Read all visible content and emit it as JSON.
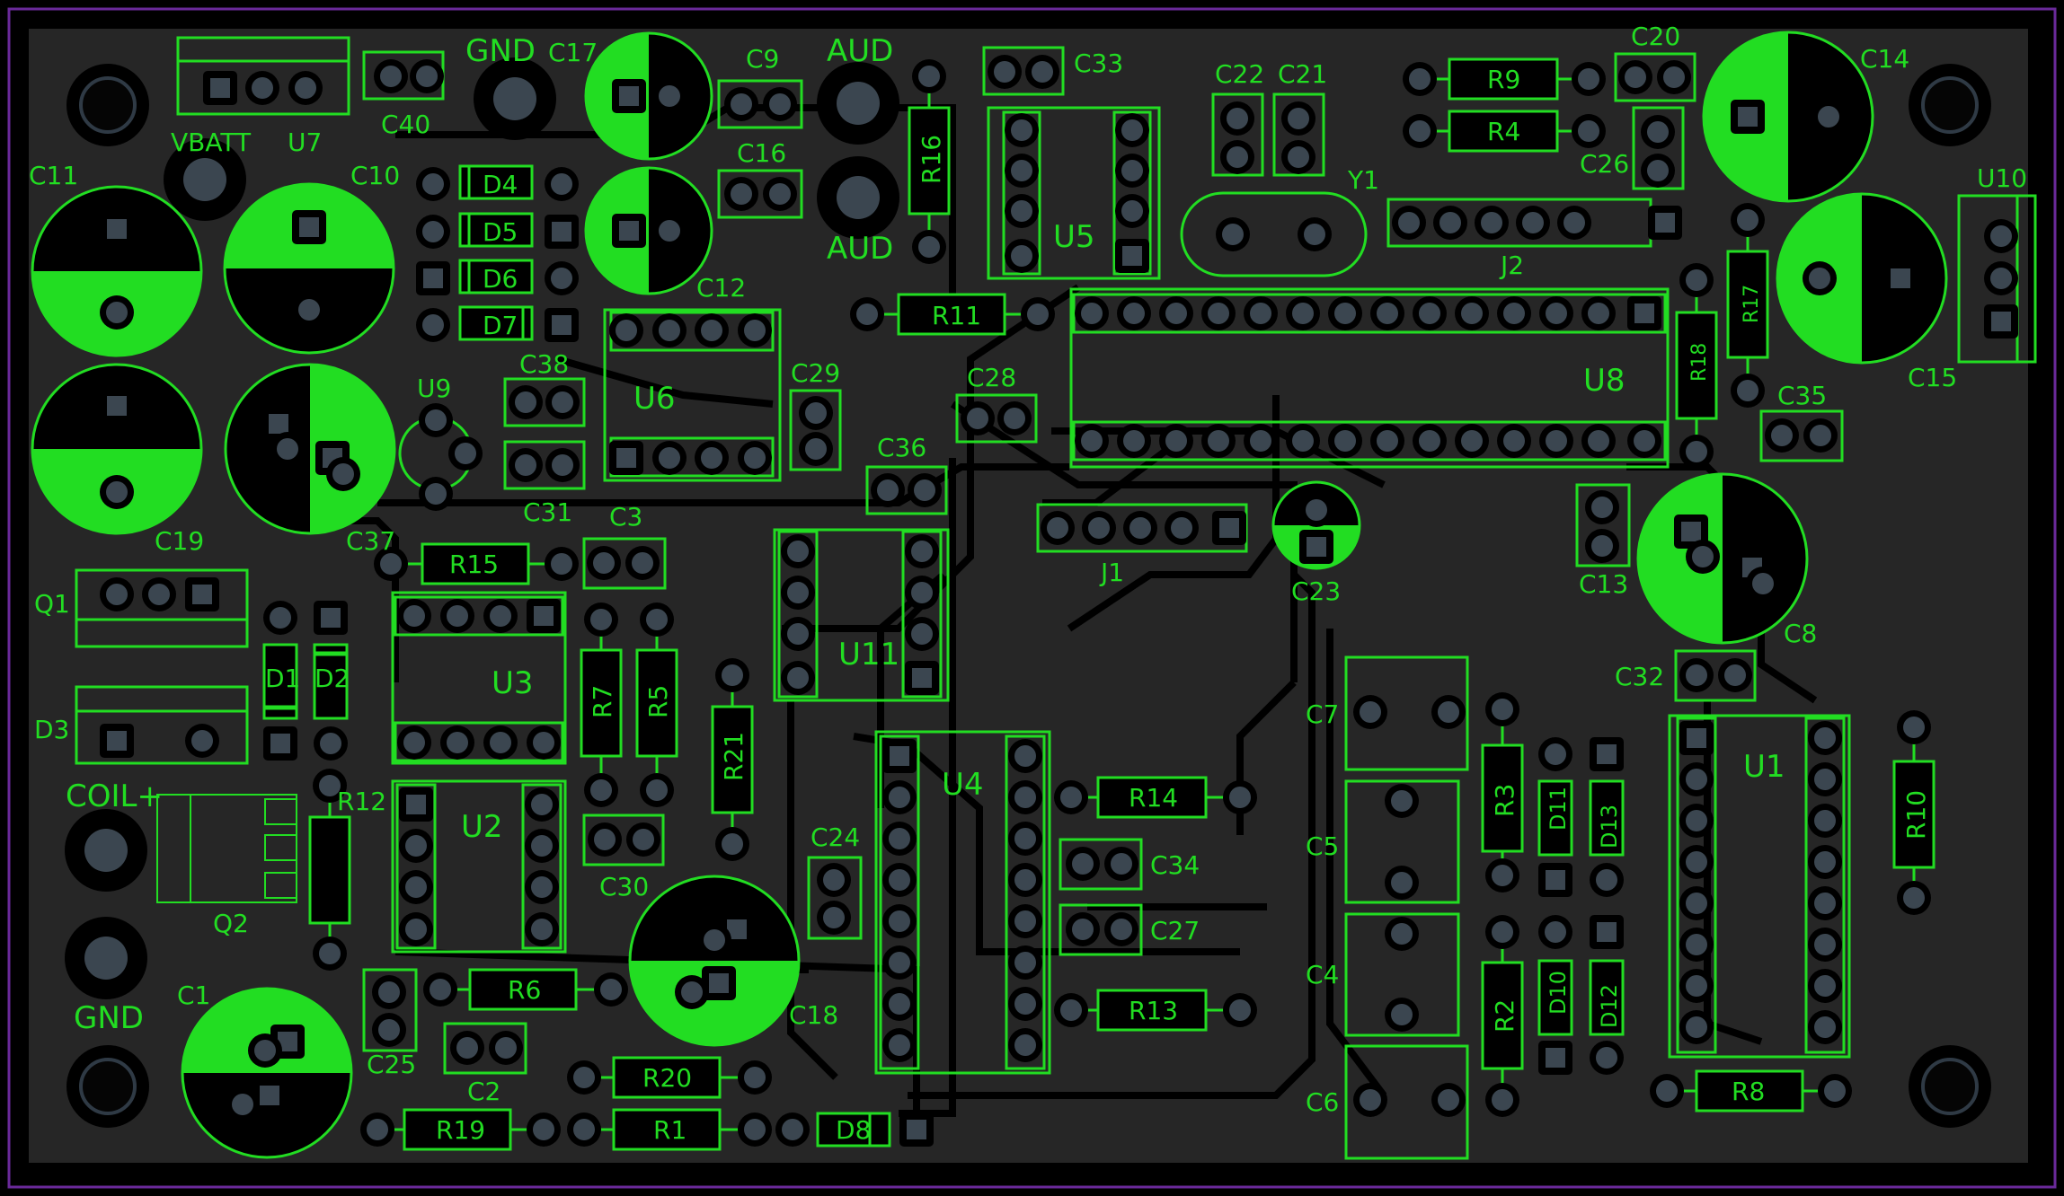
{
  "colors": {
    "background": "#000000",
    "board_outline": "#6a2a9a",
    "copper": "#262626",
    "trace": "#262626",
    "silkscreen": "#22dd22",
    "pad": "#3b4650"
  },
  "labels": {
    "c40": "C40",
    "u7": "U7",
    "vbatt": "VBATT",
    "gnd_top": "GND",
    "c17": "C17",
    "c9": "C9",
    "c16": "C16",
    "aud_top": "AUD",
    "aud_bottom": "AUD",
    "r16": "R16",
    "c33": "C33",
    "u5": "U5",
    "c22": "C22",
    "c21": "C21",
    "y1": "Y1",
    "r9": "R9",
    "r4": "R4",
    "c20": "C20",
    "c26": "C26",
    "c14": "C14",
    "u10": "U10",
    "c15": "C15",
    "c11": "C11",
    "c10": "C10",
    "d4": "D4",
    "d5": "D5",
    "d6": "D6",
    "d7": "D7",
    "c12": "C12",
    "u6": "U6",
    "c38": "C38",
    "c31": "C31",
    "u9": "U9",
    "r11": "R11",
    "j2": "J2",
    "r17": "R17",
    "r18": "R18",
    "u8": "U8",
    "c35": "C35",
    "c29": "C29",
    "c28": "C28",
    "c36": "C36",
    "c19": "C19",
    "c37": "C37",
    "r15": "R15",
    "c3": "C3",
    "q1": "Q1",
    "j1": "J1",
    "c23": "C23",
    "c13": "C13",
    "c8": "C8",
    "d1": "D1",
    "d2": "D2",
    "u3": "U3",
    "r7": "R7",
    "r5": "R5",
    "u11": "U11",
    "r21": "R21",
    "d3": "D3",
    "coil": "COIL+",
    "r12": "R12",
    "u2": "U2",
    "c30": "C30",
    "u4": "U4",
    "r14": "R14",
    "c24": "C24",
    "c32": "C32",
    "c7": "C7",
    "u1": "U1",
    "r10": "R10",
    "r3": "R3",
    "d11": "D11",
    "d13": "D13",
    "c5": "C5",
    "c34": "C34",
    "c27": "C27",
    "q2": "Q2",
    "gnd_bottom": "GND",
    "c4": "C4",
    "c1": "C1",
    "c25": "C25",
    "r6": "R6",
    "c18": "C18",
    "r13": "R13",
    "r2": "R2",
    "d10": "D10",
    "d12": "D12",
    "c2": "C2",
    "r20": "R20",
    "c6": "C6",
    "r8": "R8",
    "r19": "R19",
    "r1": "R1",
    "d8": "D8"
  }
}
